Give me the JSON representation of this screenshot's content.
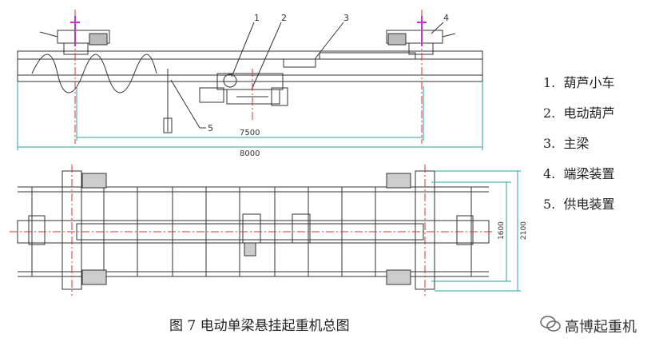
{
  "callouts": [
    "1",
    "2",
    "3",
    "4",
    "5"
  ],
  "dimensions": {
    "span_inner": "7500",
    "span_outer": "8000",
    "rail_inner": "1600",
    "rail_outer": "2100"
  },
  "legend": [
    {
      "num": "1.",
      "label": "葫芦小车"
    },
    {
      "num": "2.",
      "label": "电动葫芦"
    },
    {
      "num": "3.",
      "label": "主梁"
    },
    {
      "num": "4.",
      "label": "端梁装置"
    },
    {
      "num": "5.",
      "label": "供电装置"
    }
  ],
  "caption": "图 7 电动单梁悬挂起重机总图",
  "watermark": "高博起重机",
  "colors": {
    "line": "#333333",
    "dimension": "#2aa4a4",
    "centerline": "#e03030",
    "accent": "#cc33cc"
  }
}
